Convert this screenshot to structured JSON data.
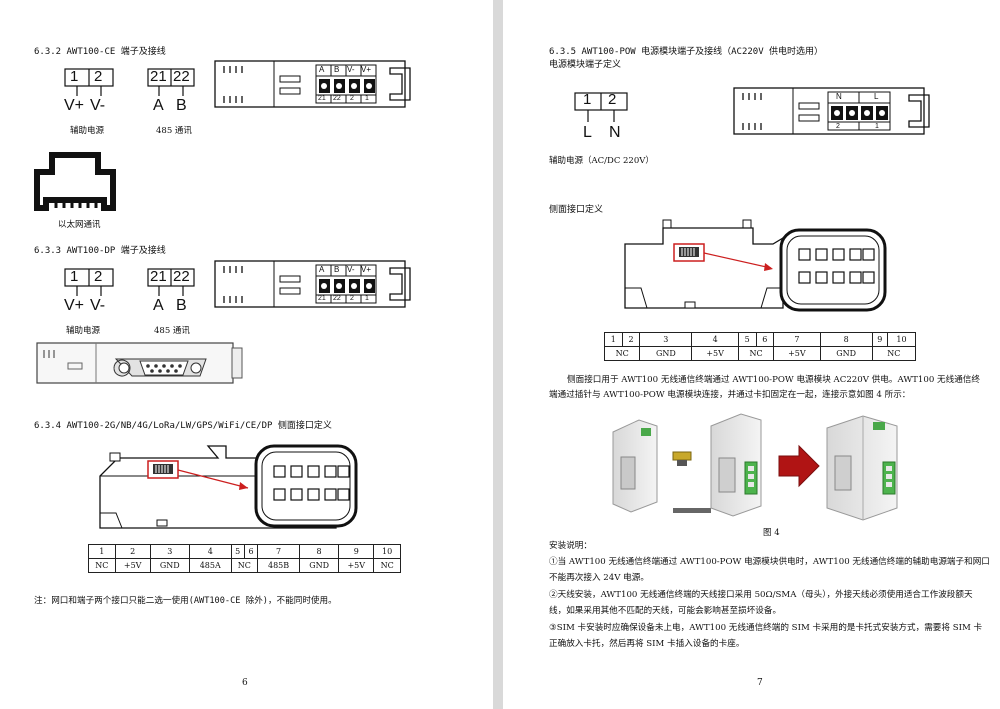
{
  "left": {
    "s632": {
      "heading": "6.3.2 AWT100-CE 端子及接线",
      "pins_aux": [
        "1",
        "2"
      ],
      "sig_aux": [
        "V+",
        "V-"
      ],
      "aux_label": "辅助电源",
      "pins_485": [
        "21",
        "22"
      ],
      "sig_485": [
        "A",
        "B"
      ],
      "label_485": "485 通讯",
      "term_top": [
        "A",
        "B",
        "V-",
        "V+"
      ],
      "term_bottom": [
        "21",
        "22",
        "2",
        "1"
      ],
      "eth_label": "以太网通讯"
    },
    "s633": {
      "heading": "6.3.3 AWT100-DP 端子及接线",
      "pins_aux": [
        "1",
        "2"
      ],
      "sig_aux": [
        "V+",
        "V-"
      ],
      "aux_label": "辅助电源",
      "pins_485": [
        "21",
        "22"
      ],
      "sig_485": [
        "A",
        "B"
      ],
      "label_485": "485 通讯",
      "term_top": [
        "A",
        "B",
        "V-",
        "V+"
      ],
      "term_bottom": [
        "21",
        "22",
        "2",
        "1"
      ]
    },
    "s634": {
      "heading": "6.3.4 AWT100-2G/NB/4G/LoRa/LW/GPS/WiFi/CE/DP 侧面接口定义",
      "table_row1": [
        "1",
        "2",
        "3",
        "4",
        "5",
        "6",
        "7",
        "8",
        "9",
        "10"
      ],
      "table_row2": [
        "NC",
        "+5V",
        "GND",
        "485A",
        "NC",
        "485B",
        "GND",
        "+5V",
        "NC"
      ]
    },
    "note": "注：网口和端子两个接口只能二选一使用(AWT100-CE 除外)，不能同时使用。",
    "page_no": "6"
  },
  "right": {
    "s635": {
      "heading": "6.3.5 AWT100-POW 电源模块端子及接线（AC220V 供电时选用）",
      "subheading": "电源模块端子定义",
      "pins": [
        "1",
        "2"
      ],
      "sigs": [
        "L",
        "N"
      ],
      "term_top": [
        "N",
        "L"
      ],
      "term_bottom": [
        "2",
        "1"
      ],
      "aux_label": "辅助电源（AC/DC 220V）"
    },
    "side": {
      "heading": "侧面接口定义",
      "table_row1": [
        "1",
        "2",
        "3",
        "4",
        "5",
        "6",
        "7",
        "8",
        "9",
        "10"
      ],
      "table_row2": [
        "NC",
        "GND",
        "+5V",
        "NC",
        "+5V",
        "GND",
        "NC"
      ]
    },
    "intro_line1": "侧面接口用于 AWT100 无线通信终端通过 AWT100-POW 电源模块 AC220V 供电。AWT100 无线通信终",
    "intro_line2": "端通过插针与 AWT100-POW 电源模块连接，并通过卡扣固定在一起，连接示意如图 4 所示：",
    "figure_caption": "图 4",
    "install_title": "安装说明：",
    "install_items": [
      "①当 AWT100 无线通信终端通过 AWT100-POW 电源模块供电时，AWT100 无线通信终端的辅助电源端子和网口",
      "不能再次接入 24V 电源。",
      "②天线安装，AWT100 无线通信终端的天线接口采用 50Ω/SMA（母头），外接天线必须使用适合工作波段额天",
      "线，如果采用其他不匹配的天线，可能会影响甚至损坏设备。",
      "③SIM 卡安装时应确保设备未上电，AWT100 无线通信终端的 SIM 卡采用的是卡托式安装方式，需要将 SIM 卡",
      "正确放入卡托，然后再将 SIM 卡插入设备的卡座。"
    ],
    "page_no": "7"
  },
  "colors": {
    "red": "#cc1f1f",
    "line": "#111111",
    "arrow": "#b01414"
  }
}
